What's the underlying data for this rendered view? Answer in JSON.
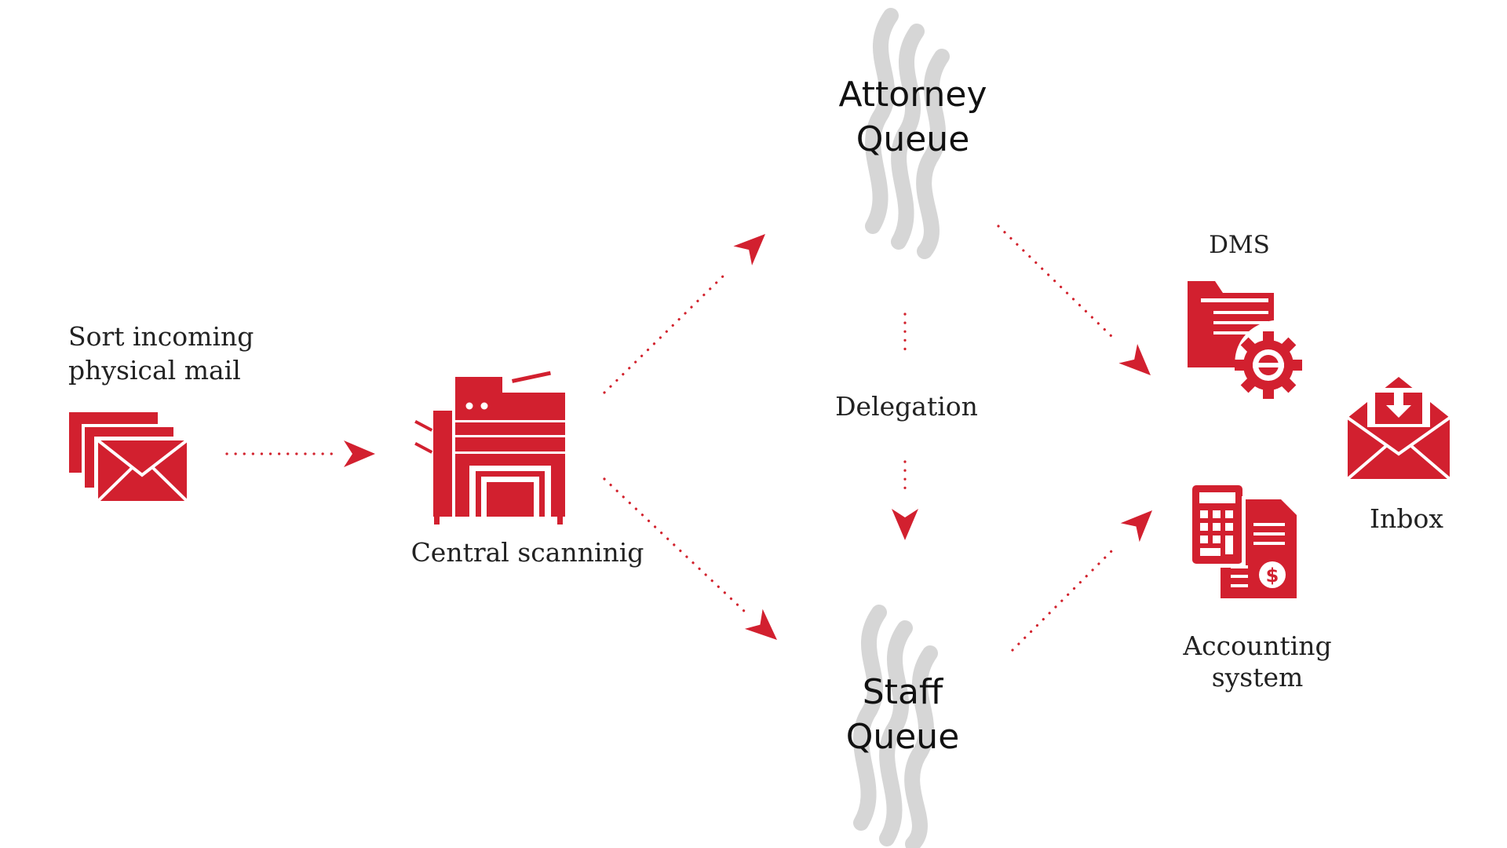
{
  "diagram": {
    "nodes": {
      "sort_mail": {
        "line1": "Sort incoming",
        "line2": "physical mail",
        "icon": "envelopes-icon"
      },
      "central_scanning": {
        "label": "Central scanninig",
        "icon": "copier-icon"
      },
      "attorney_queue": {
        "line1": "Attorney",
        "line2": "Queue"
      },
      "staff_queue": {
        "line1": "Staff",
        "line2": "Queue"
      },
      "delegation": {
        "label": "Delegation"
      },
      "dms": {
        "label": "DMS",
        "icon": "folder-gear-icon"
      },
      "accounting": {
        "line1": "Accounting",
        "line2": "system",
        "icon": "calculator-invoice-icon"
      },
      "inbox": {
        "label": "Inbox",
        "icon": "envelope-download-icon"
      }
    },
    "edges": [
      {
        "from": "sort_mail",
        "to": "central_scanning"
      },
      {
        "from": "central_scanning",
        "to": "attorney_queue"
      },
      {
        "from": "central_scanning",
        "to": "staff_queue"
      },
      {
        "from": "attorney_queue",
        "to": "staff_queue",
        "label": "Delegation"
      },
      {
        "from": "attorney_queue",
        "to": "dms"
      },
      {
        "from": "staff_queue",
        "to": "accounting"
      }
    ],
    "colors": {
      "accent": "#d2202f",
      "smoke": "#d6d6d6",
      "text": "#222222"
    }
  }
}
